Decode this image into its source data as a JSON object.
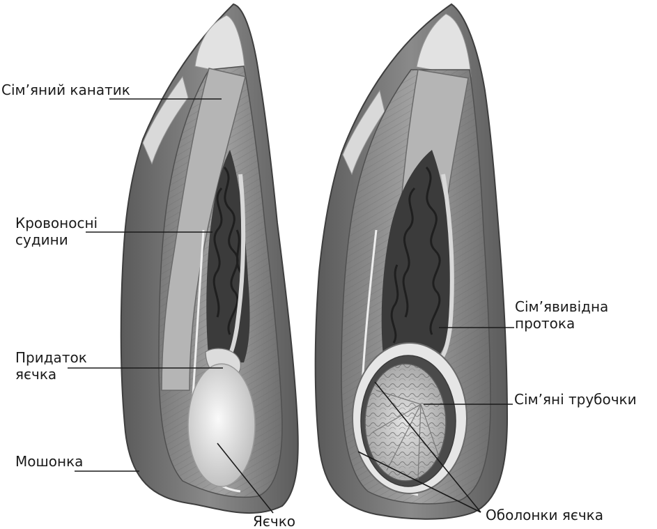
{
  "labels": {
    "spermatic_cord": "Сім’яний канатик",
    "blood_vessels_line1": "Кровоносні",
    "blood_vessels_line2": "судини",
    "epididymis_line1": "Придаток",
    "epididymis_line2": "яєчка",
    "scrotum": "Мошонка",
    "testis": "Яєчко",
    "vas_deferens_line1": "Сім’явивідна",
    "vas_deferens_line2": "протока",
    "seminiferous_tubules": "Сім’яні трубочки",
    "testis_membranes": "Оболонки яєчка"
  },
  "colors": {
    "background": "#ffffff",
    "text": "#1a1a1a",
    "outer_shell": "#6e6e6e",
    "inner_layer": "#c9c9c9",
    "muscle": "#8e8e8e",
    "cavity": "#3a3a3a",
    "testis_fill": "#ececec"
  }
}
